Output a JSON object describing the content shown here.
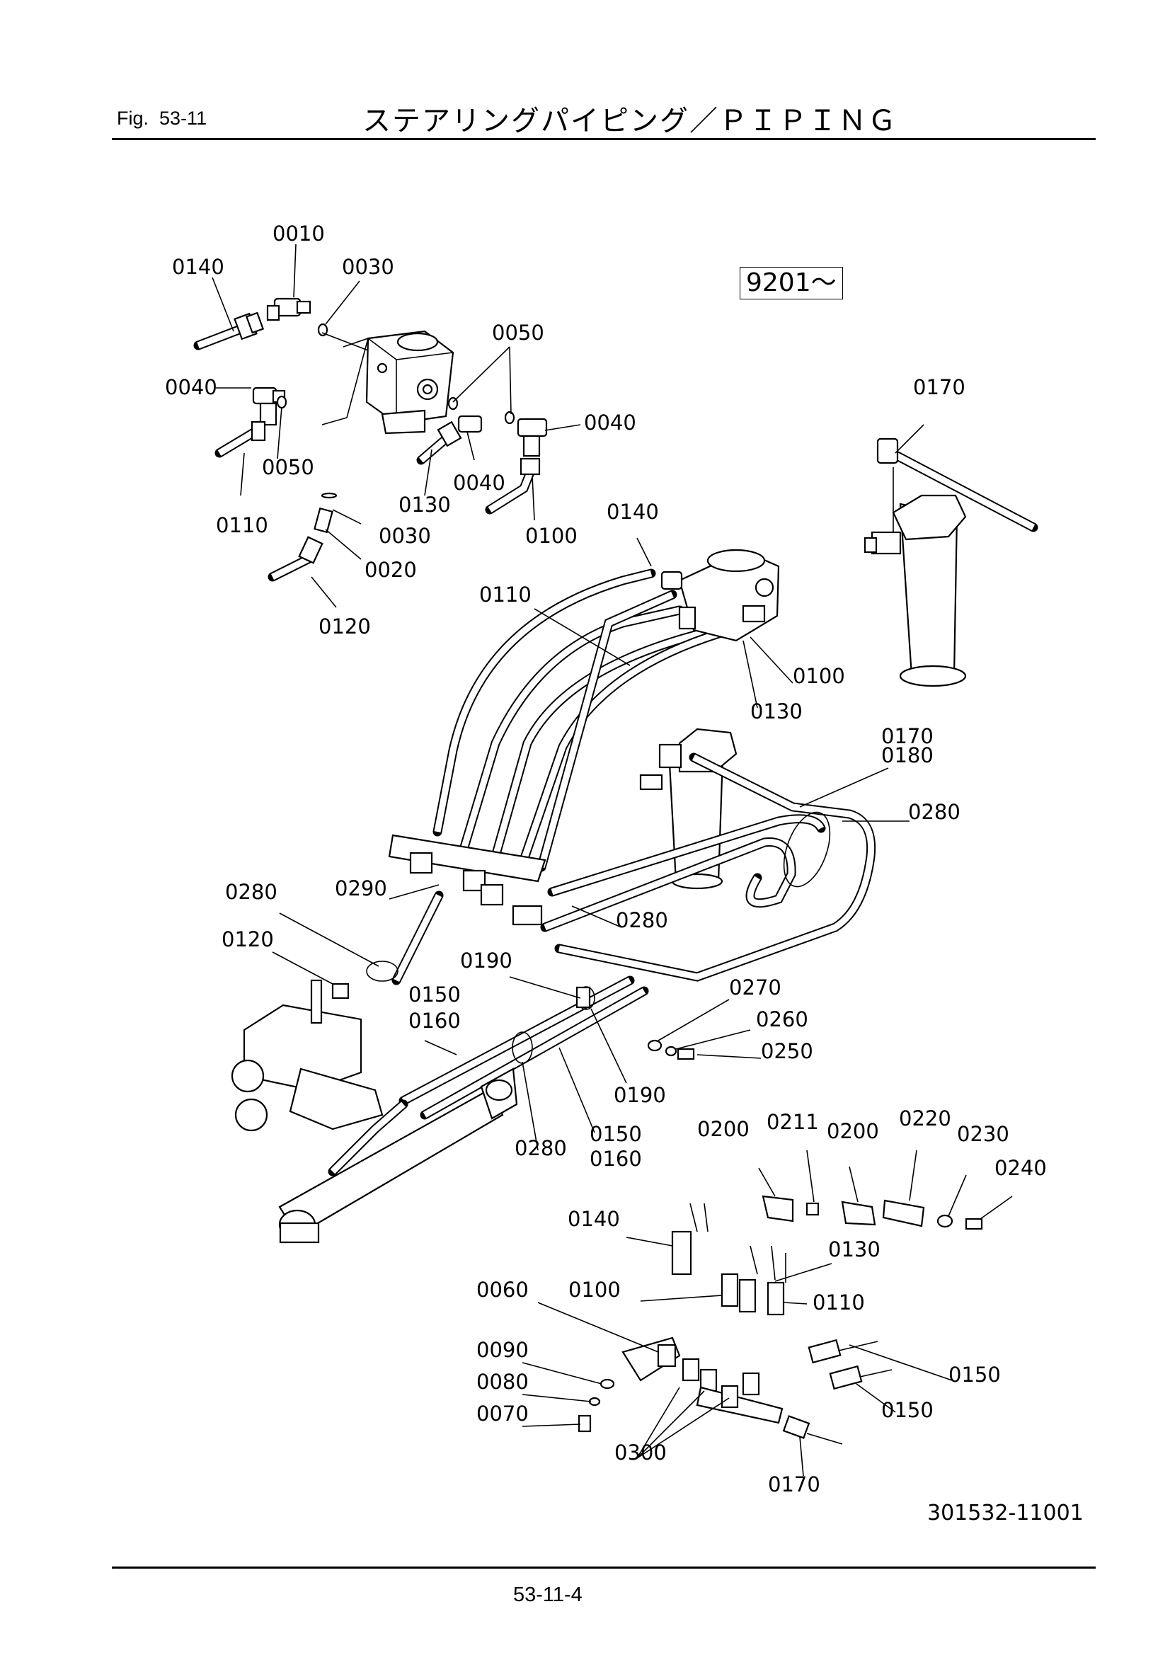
{
  "header": {
    "figure_label": "Fig.",
    "figure_number": "53-11",
    "title": "ステアリングパイピング／ＰＩＰＩＮＧ"
  },
  "serial_box": "9201～",
  "drawing_number": "301532-11001",
  "page_number": "53-11-4",
  "part_labels": [
    "0010",
    "0020",
    "0030",
    "0040",
    "0050",
    "0060",
    "0070",
    "0080",
    "0090",
    "0100",
    "0110",
    "0120",
    "0130",
    "0140",
    "0150",
    "0160",
    "0170",
    "0180",
    "0190",
    "0200",
    "0211",
    "0220",
    "0230",
    "0240",
    "0250",
    "0260",
    "0270",
    "0280",
    "0290",
    "0300"
  ]
}
